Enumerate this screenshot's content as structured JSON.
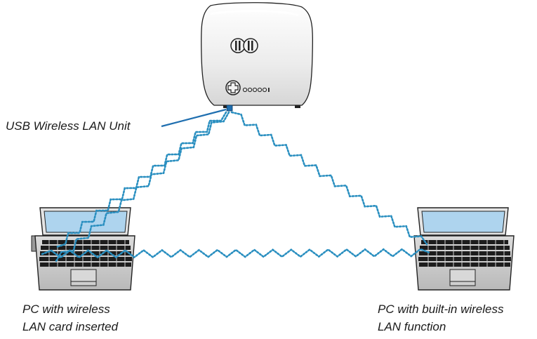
{
  "labels": {
    "usb_unit": "USB Wireless LAN Unit",
    "pc_left_line1": "PC with wireless",
    "pc_left_line2": "LAN card inserted",
    "pc_right_line1": "PC with built-in wireless",
    "pc_right_line2": "LAN function"
  },
  "colors": {
    "wireless_link": "#2a8fc0",
    "usb_pointer": "#1f6fb0",
    "screen": "#aed4ee",
    "device_body": "#e9e9e9",
    "outline": "#222222"
  },
  "icons": {
    "projector": "projector-icon",
    "usb_dongle": "usb-dongle-icon",
    "laptop_left": "laptop-icon",
    "laptop_right": "laptop-icon"
  }
}
